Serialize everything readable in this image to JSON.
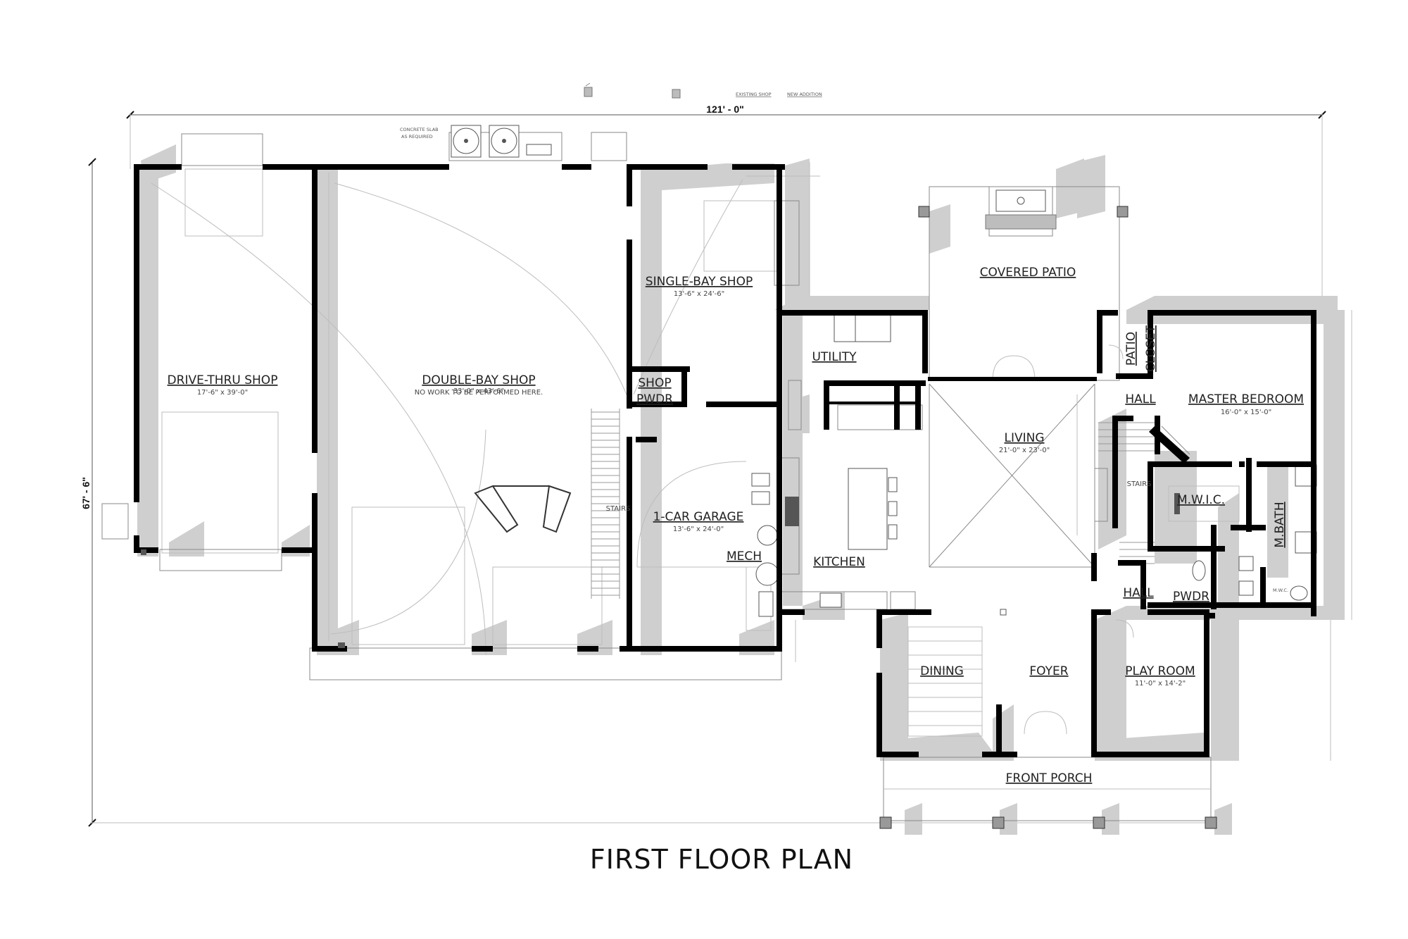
{
  "title": "FIRST FLOOR PLAN",
  "legend": {
    "existing": "EXISTING SHOP",
    "new": "NEW ADDITION"
  },
  "dimensions": {
    "overall_width": "121' - 0\"",
    "overall_depth": "67' - 6\""
  },
  "notes": {
    "concrete_slab_1": "CONCRETE SLAB",
    "concrete_slab_2": "AS REQUIRED",
    "no_work": "NO WORK TO BE PERFORMED HERE."
  },
  "rooms": {
    "drive_thru_shop": {
      "name": "DRIVE-THRU SHOP",
      "size": "17'-6\" x 39'-0\""
    },
    "double_bay_shop": {
      "name": "DOUBLE-BAY SHOP",
      "size": "33'-0\" x 43'-6\""
    },
    "single_bay_shop": {
      "name": "SINGLE-BAY SHOP",
      "size": "13'-6\" x 24'-6\""
    },
    "shop_pwdr_1": "SHOP",
    "shop_pwdr_2": "PWDR",
    "one_car_garage": {
      "name": "1-CAR GARAGE",
      "size": "13'-6\" x 24'-0\""
    },
    "mech": "MECH",
    "stairs_shop": "STAIRS",
    "utility": "UTILITY",
    "kitchen": "KITCHEN",
    "covered_patio": "COVERED PATIO",
    "living": {
      "name": "LIVING",
      "size": "21'-0\" x 23'-0\""
    },
    "patio_closet_1": "PATIO",
    "patio_closet_2": "CLOSET",
    "hall_upper": "HALL",
    "master_bedroom": {
      "name": "MASTER BEDROOM",
      "size": "16'-0\" x 15'-0\""
    },
    "stairs_house": "STAIRS",
    "mwic": "M.W.I.C.",
    "m_bath": "M.BATH",
    "mwc": "M.W.C.",
    "hall_lower": "HALL",
    "pwdr": "PWDR",
    "dining": "DINING",
    "foyer": "FOYER",
    "play_room": {
      "name": "PLAY ROOM",
      "size": "11'-0\" x 14'-2\""
    },
    "front_porch": "FRONT PORCH"
  }
}
